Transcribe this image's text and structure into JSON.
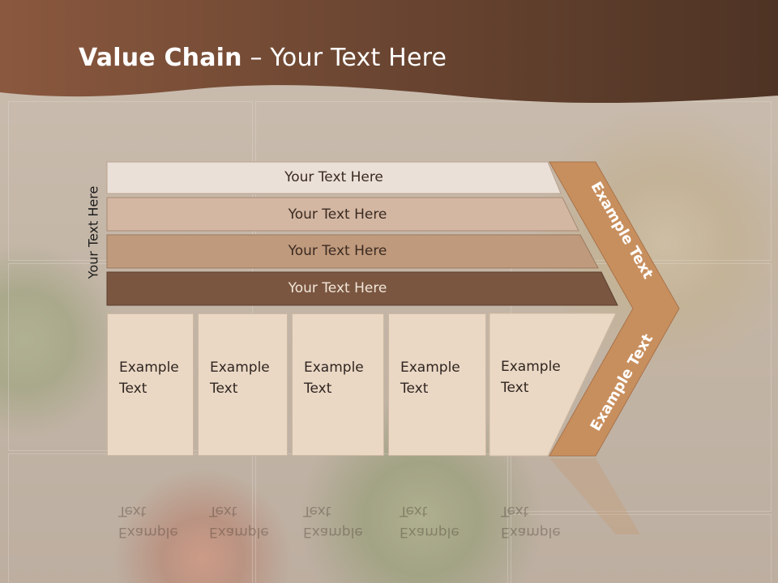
{
  "title": {
    "bold": "Value Chain",
    "rest": " – Your Text Here"
  },
  "side_label": "Your Text Here",
  "bars": [
    "Your Text Here",
    "Your Text Here",
    "Your Text Here",
    "Your Text Here"
  ],
  "columns": [
    [
      "Example",
      "Text"
    ],
    [
      "Example",
      "Text"
    ],
    [
      "Example",
      "Text"
    ],
    [
      "Example",
      "Text"
    ],
    [
      "Example",
      "Text"
    ]
  ],
  "chevron": {
    "upper": "Example Text",
    "lower": "Example Text"
  },
  "colors": {
    "header": "#6b4531",
    "bar1": "#ebe0d8",
    "bar2": "#d3b7a3",
    "bar3": "#c09a7d",
    "bar4": "#7a5640",
    "chevron": "#c88f5e",
    "column": "#ead8c5"
  }
}
